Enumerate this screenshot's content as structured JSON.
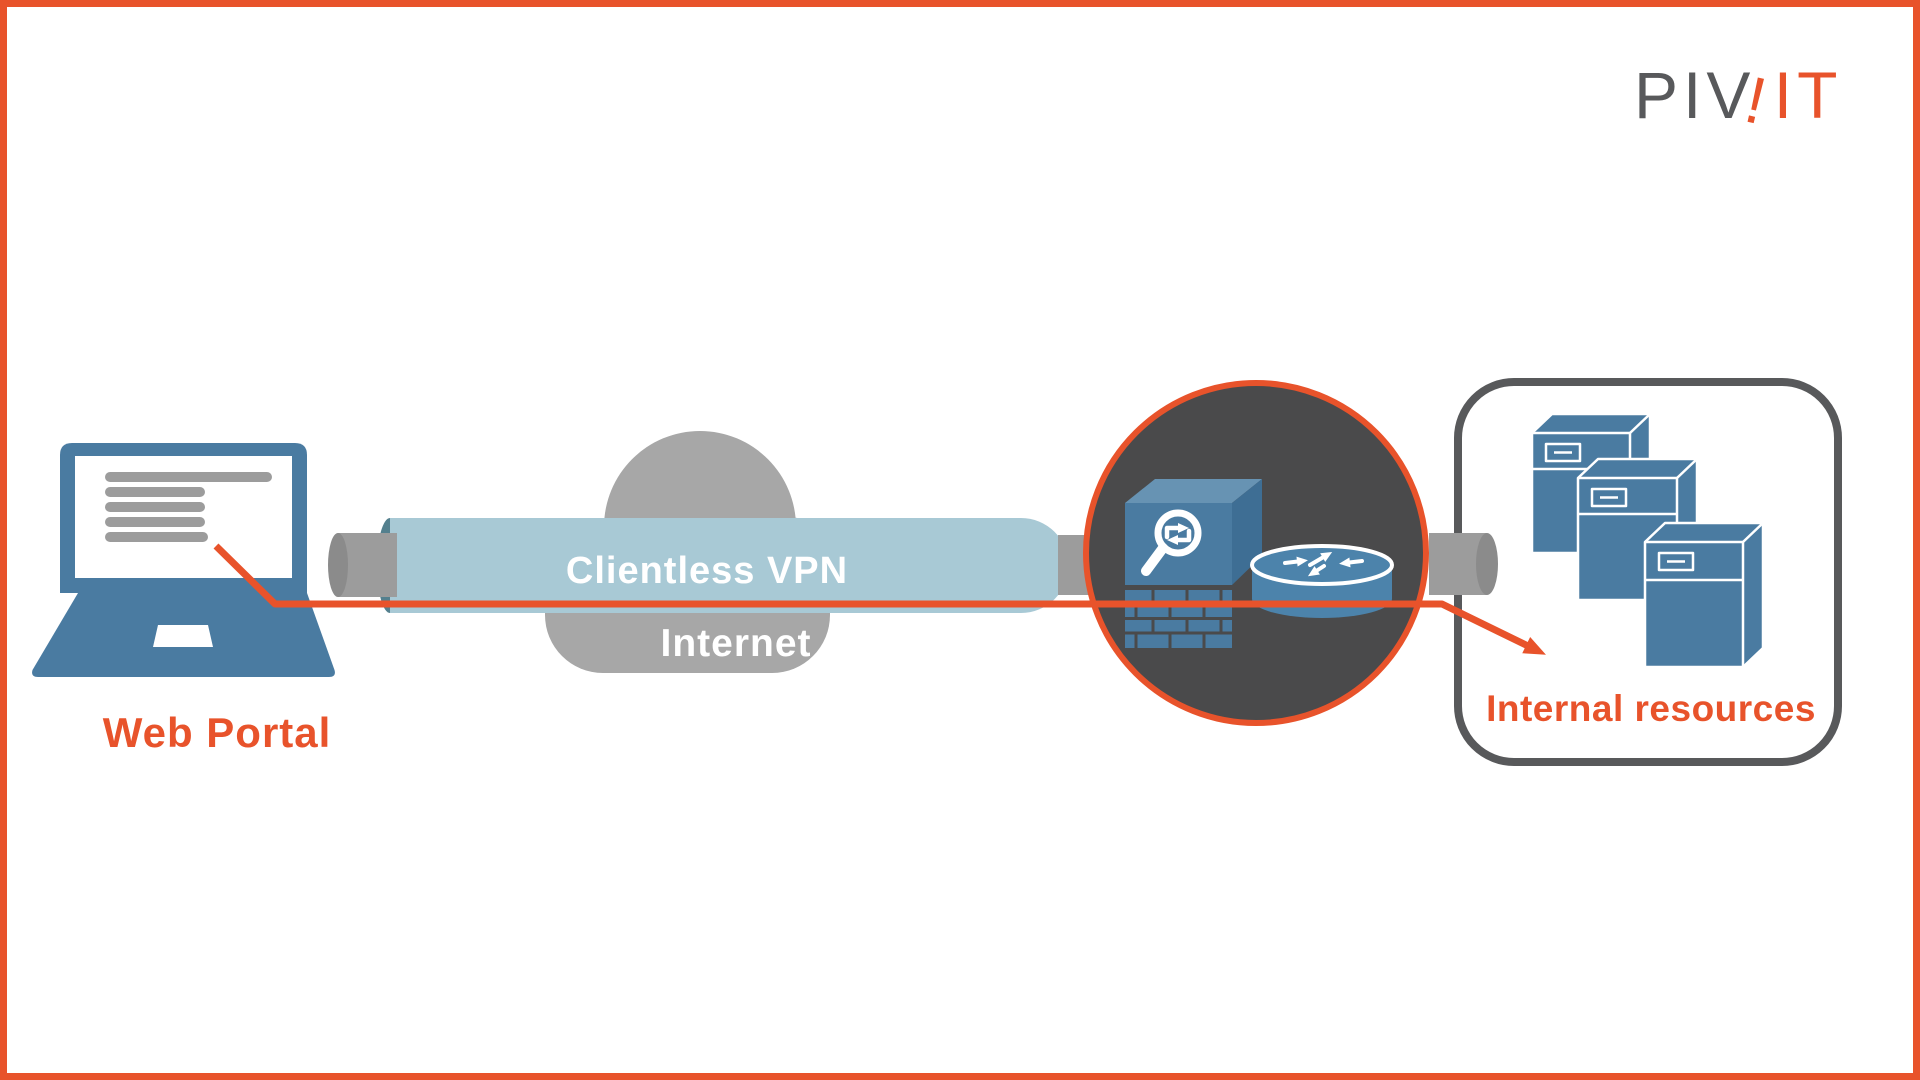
{
  "page": {
    "background": "#FFFFFF",
    "border_color": "#E8532B"
  },
  "logo": {
    "part1": "PIV",
    "accent": "!",
    "part2": "IT"
  },
  "diagram": {
    "client": {
      "label": "Web Portal"
    },
    "tunnel": {
      "label": "Clientless VPN"
    },
    "cloud": {
      "label": "Internet"
    },
    "resources": {
      "label": "Internal resources"
    },
    "icons": [
      "laptop-icon",
      "cloud-icon",
      "vpn-tunnel-pipe",
      "firewall-icon",
      "magnifier-swap-icon",
      "router-icon",
      "server-icon",
      "flow-arrow"
    ]
  },
  "colors": {
    "orange": "#E8532B",
    "steel_blue": "#4A7BA1",
    "tube_blue": "#A8C9D5",
    "tube_rim": "#54808E",
    "cloud_gray": "#A7A7A7",
    "connector_gray": "#9C9C9C",
    "cap_gray": "#8B8B8B",
    "circle_fill": "#4A4A4B",
    "outline_gray": "#58595B",
    "screen_line_gray": "#9C9C9C",
    "firewall_top": "#6793B3",
    "firewall_side": "#3E6E94",
    "router_blue": "#4C83AB"
  }
}
